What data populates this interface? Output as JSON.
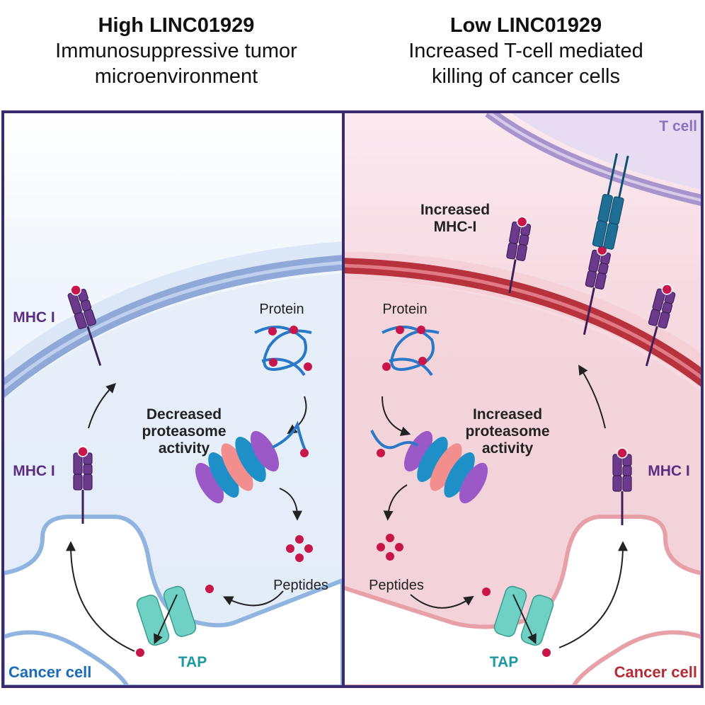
{
  "left": {
    "title": "High LINC01929",
    "subtitle_line1": "Immunosuppressive tumor",
    "subtitle_line2": "microenvironment",
    "mhc_top": "MHC I",
    "mhc_mid": "MHC I",
    "activity_line1": "Decreased",
    "activity_line2": "proteasome",
    "activity_line3": "activity",
    "protein": "Protein",
    "peptides": "Peptides",
    "tap": "TAP",
    "cell": "Cancer cell"
  },
  "right": {
    "title": "Low LINC01929",
    "subtitle_line1": "Increased T-cell mediated",
    "subtitle_line2": "killing of cancer cells",
    "tcell": "T cell",
    "mhc_increased_line1": "Increased",
    "mhc_increased_line2": "MHC-I",
    "mhc_mid": "MHC I",
    "activity_line1": "Increased",
    "activity_line2": "proteasome",
    "activity_line3": "activity",
    "protein": "Protein",
    "peptides": "Peptides",
    "tap": "TAP",
    "cell": "Cancer cell"
  },
  "colors": {
    "frame": "#3a2a6e",
    "left_bg": "#e3effa",
    "left_membrane": "#8fa8d8",
    "right_bg": "#f5d6de",
    "right_membrane": "#b8323e",
    "mhc": "#6b3a8c",
    "peptide": "#c8164a",
    "tap": "#6fd0c4",
    "tcr": "#1f6e96",
    "left_text": "#1a6bb5",
    "right_text": "#b32b35",
    "tap_text": "#1a9aa0",
    "mhc_text": "#5a2d82"
  }
}
